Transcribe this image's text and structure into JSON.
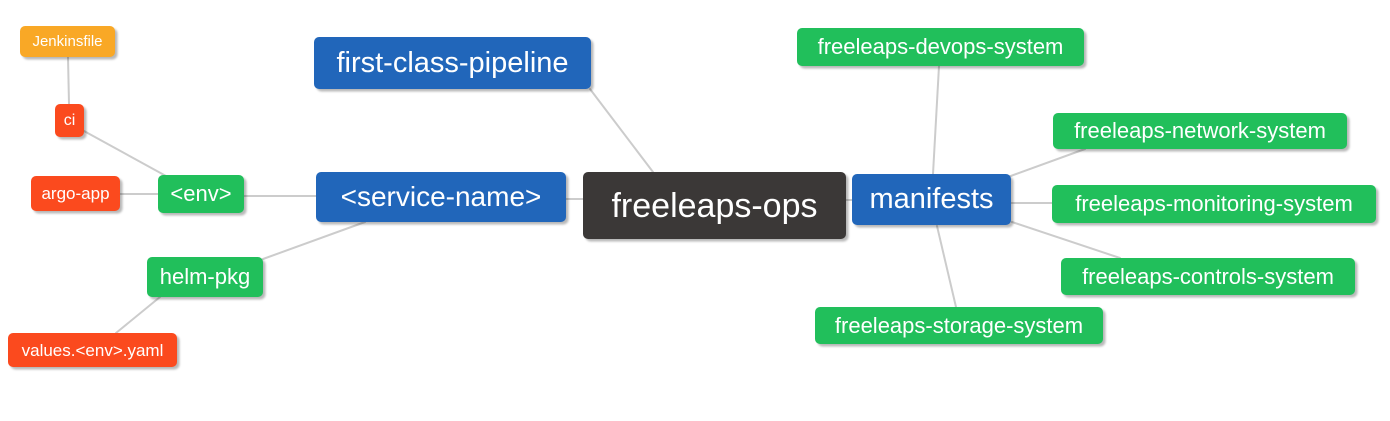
{
  "diagram": {
    "type": "mindmap",
    "root_label": "freeleaps-ops",
    "nodes": [
      {
        "id": "jenkinsfile",
        "label": "Jenkinsfile",
        "color": "#F9A826"
      },
      {
        "id": "ci",
        "label": "ci",
        "color": "#FB4A1E"
      },
      {
        "id": "argo-app",
        "label": "argo-app",
        "color": "#FB4A1E"
      },
      {
        "id": "env",
        "label": "<env>",
        "color": "#21BF5B"
      },
      {
        "id": "helm-pkg",
        "label": "helm-pkg",
        "color": "#21BF5B"
      },
      {
        "id": "values",
        "label": "values.<env>.yaml",
        "color": "#FB4A1E"
      },
      {
        "id": "fcp",
        "label": "first-class-pipeline",
        "color": "#2166BA"
      },
      {
        "id": "service",
        "label": "<service-name>",
        "color": "#2166BA"
      },
      {
        "id": "ops",
        "label": "freeleaps-ops",
        "color": "#3B3837"
      },
      {
        "id": "manifests",
        "label": "manifests",
        "color": "#2166BA"
      },
      {
        "id": "devops",
        "label": "freeleaps-devops-system",
        "color": "#21BF5B"
      },
      {
        "id": "network",
        "label": "freeleaps-network-system",
        "color": "#21BF5B"
      },
      {
        "id": "monitoring",
        "label": "freeleaps-monitoring-system",
        "color": "#21BF5B"
      },
      {
        "id": "controls",
        "label": "freeleaps-controls-system",
        "color": "#21BF5B"
      },
      {
        "id": "storage",
        "label": "freeleaps-storage-system",
        "color": "#21BF5B"
      }
    ],
    "edges": [
      [
        "jenkinsfile",
        "ci"
      ],
      [
        "ci",
        "env"
      ],
      [
        "argo-app",
        "env"
      ],
      [
        "env",
        "service"
      ],
      [
        "service",
        "helm-pkg"
      ],
      [
        "helm-pkg",
        "values"
      ],
      [
        "fcp",
        "ops"
      ],
      [
        "service",
        "ops"
      ],
      [
        "ops",
        "manifests"
      ],
      [
        "manifests",
        "devops"
      ],
      [
        "manifests",
        "network"
      ],
      [
        "manifests",
        "monitoring"
      ],
      [
        "manifests",
        "controls"
      ],
      [
        "manifests",
        "storage"
      ]
    ],
    "palette": {
      "orange": "#F9A826",
      "red_orange": "#FB4A1E",
      "green": "#21BF5B",
      "blue": "#2166BA",
      "dark": "#3B3837",
      "edge_line": "#CCCCCC",
      "label_text": "#FFFFFF",
      "background": "#FFFFFF"
    }
  }
}
